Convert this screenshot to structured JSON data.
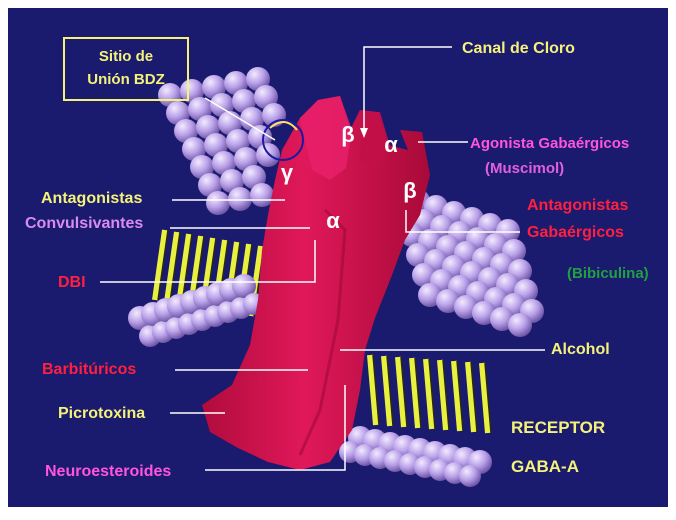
{
  "colors": {
    "background": "#1a1a6e",
    "frame": "#ffffff",
    "membrane_head": "#b9a0e8",
    "membrane_tail": "#e8f040",
    "receptor": "#d8104c",
    "yellow_label": "#f5f27a",
    "magenta_label": "#ff55dd",
    "red_label": "#ff2040",
    "green_label": "#20a040",
    "white_text": "#ffffff"
  },
  "labels": {
    "bdz_site": [
      "Sitio de",
      "Unión BDZ"
    ],
    "chloride_channel": "Canal de Cloro",
    "agonists": "Agonista Gabaérgicos",
    "muscimol": "(Muscimol)",
    "gaba_antagonists": [
      "Antagonistas",
      "Gabaérgicos"
    ],
    "bicuculline": "(Bibiculina)",
    "antagonists": "Antagonistas",
    "convulsants": "Convulsivantes",
    "dbi": "DBI",
    "barbiturates": "Barbitúricos",
    "picrotoxin": "Picrotoxina",
    "neurosteroids": "Neuroesteroides",
    "alcohol": "Alcohol",
    "receptor_title": [
      "RECEPTOR",
      "GABA-A"
    ]
  },
  "subunits": {
    "beta_left": "β",
    "alpha_top": "α",
    "gamma": "γ",
    "alpha_center": "α",
    "beta_right": "β"
  }
}
